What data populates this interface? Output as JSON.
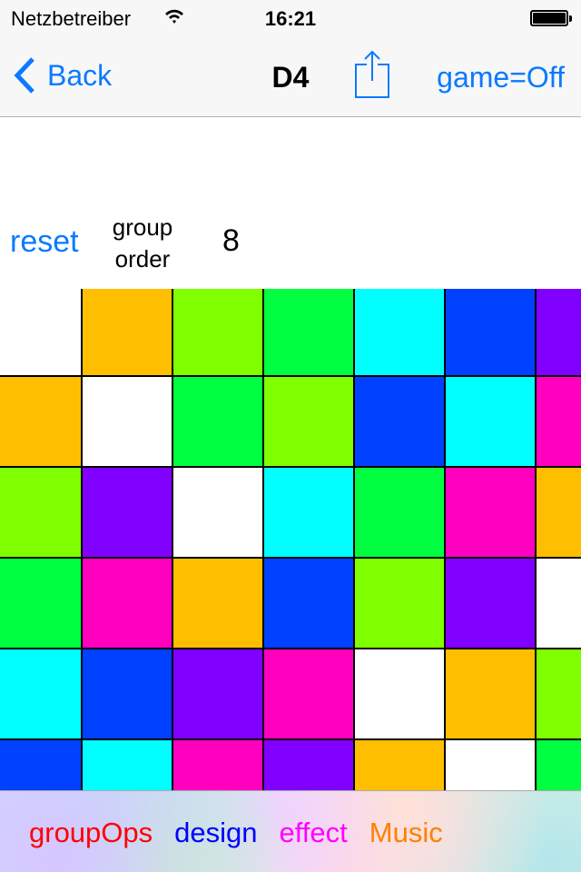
{
  "status_bar": {
    "carrier": "Netzbetreiber",
    "time": "16:21"
  },
  "nav": {
    "back_label": "Back",
    "title": "D4",
    "game_label": "game=Off"
  },
  "controls": {
    "reset_label": "reset",
    "group_order_label_1": "group",
    "group_order_label_2": "order",
    "group_order_value": "8"
  },
  "palette": {
    "white": "#ffffff",
    "orange": "#ffbf00",
    "lime": "#80ff00",
    "green": "#00ff40",
    "cyan": "#00ffff",
    "blue": "#0040ff",
    "violet": "#8000ff",
    "magenta": "#ff00bf"
  },
  "grid": [
    [
      "white",
      "orange",
      "lime",
      "green",
      "cyan",
      "blue",
      "violet"
    ],
    [
      "orange",
      "white",
      "green",
      "lime",
      "blue",
      "cyan",
      "magenta"
    ],
    [
      "lime",
      "violet",
      "white",
      "cyan",
      "green",
      "magenta",
      "orange"
    ],
    [
      "green",
      "magenta",
      "orange",
      "blue",
      "lime",
      "violet",
      "white"
    ],
    [
      "cyan",
      "blue",
      "violet",
      "magenta",
      "white",
      "orange",
      "lime"
    ],
    [
      "blue",
      "cyan",
      "magenta",
      "violet",
      "orange",
      "white",
      "green"
    ]
  ],
  "tabs": [
    {
      "label": "groupOps",
      "color": "#ff0000"
    },
    {
      "label": "design",
      "color": "#0000ff"
    },
    {
      "label": "effect",
      "color": "#ff00ff"
    },
    {
      "label": "Music",
      "color": "#ff8000"
    }
  ]
}
